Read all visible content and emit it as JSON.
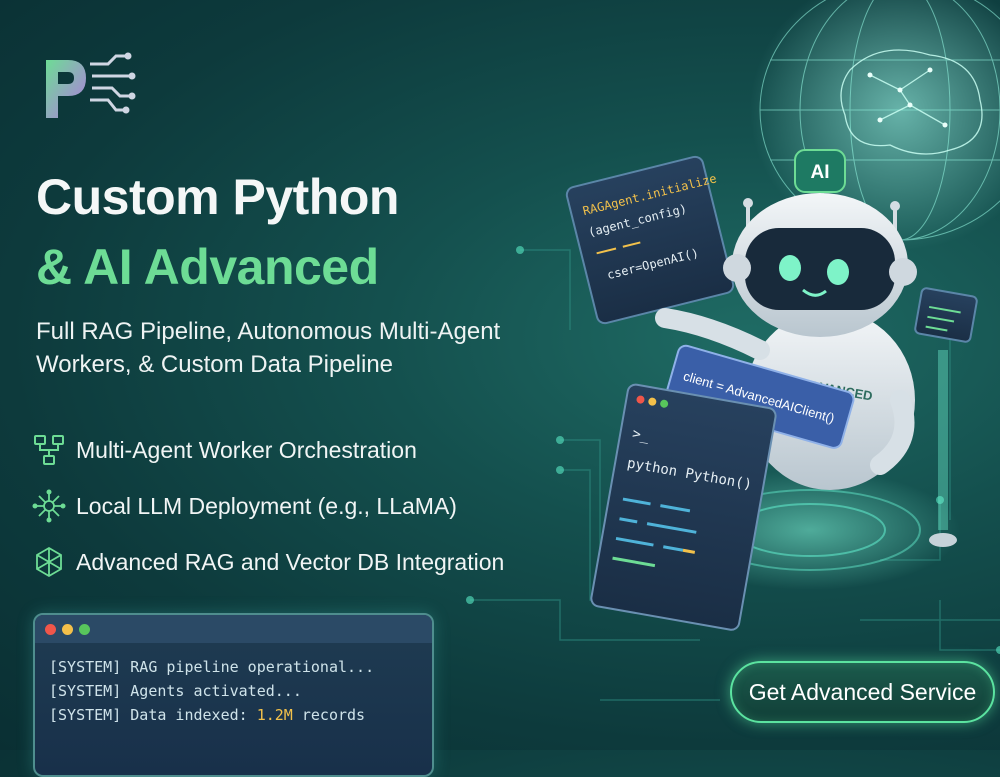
{
  "hero": {
    "title_line1": "Custom Python",
    "title_line2": "& AI Advanced",
    "subtitle": "Full RAG Pipeline, Autonomous Multi-Agent Workers, & Custom Data Pipeline"
  },
  "features": [
    {
      "label": "Multi-Agent Worker Orchestration",
      "icon": "workflow-icon"
    },
    {
      "label": "Local LLM Deployment (e.g., LLaMA)",
      "icon": "neural-network-icon"
    },
    {
      "label": "Advanced RAG and Vector DB Integration",
      "icon": "vector-db-icon"
    }
  ],
  "console": {
    "lines": [
      {
        "prefix": "[SYSTEM]",
        "text": "RAG pipeline operational..."
      },
      {
        "prefix": "[SYSTEM]",
        "text": "Agents activated..."
      },
      {
        "prefix": "[SYSTEM]",
        "text": "Data indexed: ",
        "highlight": "1.2M",
        "suffix": " records"
      }
    ]
  },
  "illustration": {
    "code_panel_top": {
      "line1": "RAGAgent.initialize",
      "line2": "(agent_config)",
      "line3": "cser=OpenAI()"
    },
    "robot_badge": "AI",
    "robot_chest": "ADVANCED",
    "client_panel": "client = AdvancedAIClient()",
    "terminal_prompt": ">_",
    "terminal_code": "python Python()"
  },
  "cta": {
    "label": "Get Advanced Service"
  },
  "colors": {
    "accent": "#6ddc95",
    "background": "#0d3a3c",
    "button_border": "#5be3a0",
    "highlight": "#f2c14b"
  }
}
